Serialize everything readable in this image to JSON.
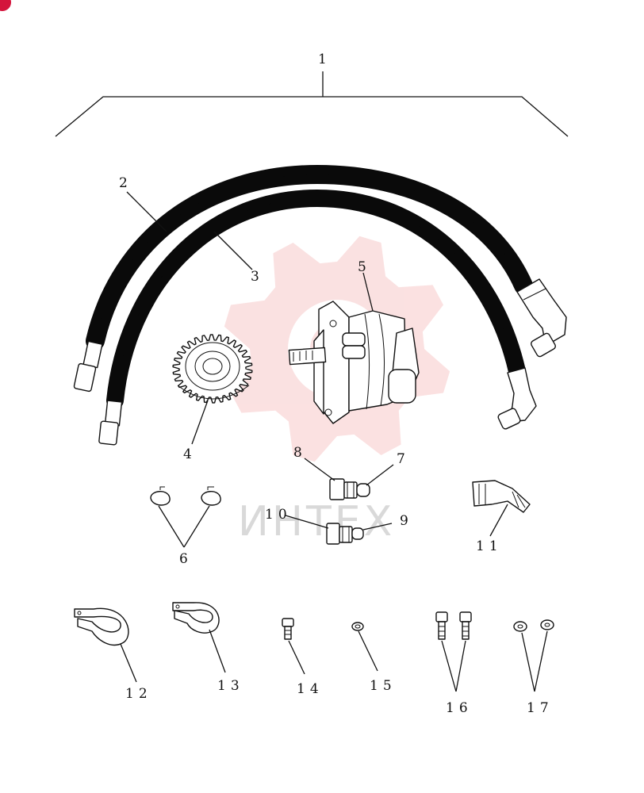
{
  "colors": {
    "line": "#111111",
    "hose": "#0a0a0a",
    "watermark_gear": "#f7c9c9",
    "watermark_text": "#d9d9d9",
    "badge": "#d4143c"
  },
  "watermark": {
    "text": "ИНТЕХ"
  },
  "callouts": [
    {
      "id": "1",
      "label": "1"
    },
    {
      "id": "2",
      "label": "2"
    },
    {
      "id": "3",
      "label": "3"
    },
    {
      "id": "4",
      "label": "4"
    },
    {
      "id": "5",
      "label": "5"
    },
    {
      "id": "6",
      "label": "6"
    },
    {
      "id": "7",
      "label": "7"
    },
    {
      "id": "8",
      "label": "8"
    },
    {
      "id": "9",
      "label": "9"
    },
    {
      "id": "10",
      "label": "10"
    },
    {
      "id": "11",
      "label": "11"
    },
    {
      "id": "12",
      "label": "12"
    },
    {
      "id": "13",
      "label": "13"
    },
    {
      "id": "14",
      "label": "14"
    },
    {
      "id": "15",
      "label": "15"
    },
    {
      "id": "16",
      "label": "16"
    },
    {
      "id": "17",
      "label": "17"
    }
  ]
}
